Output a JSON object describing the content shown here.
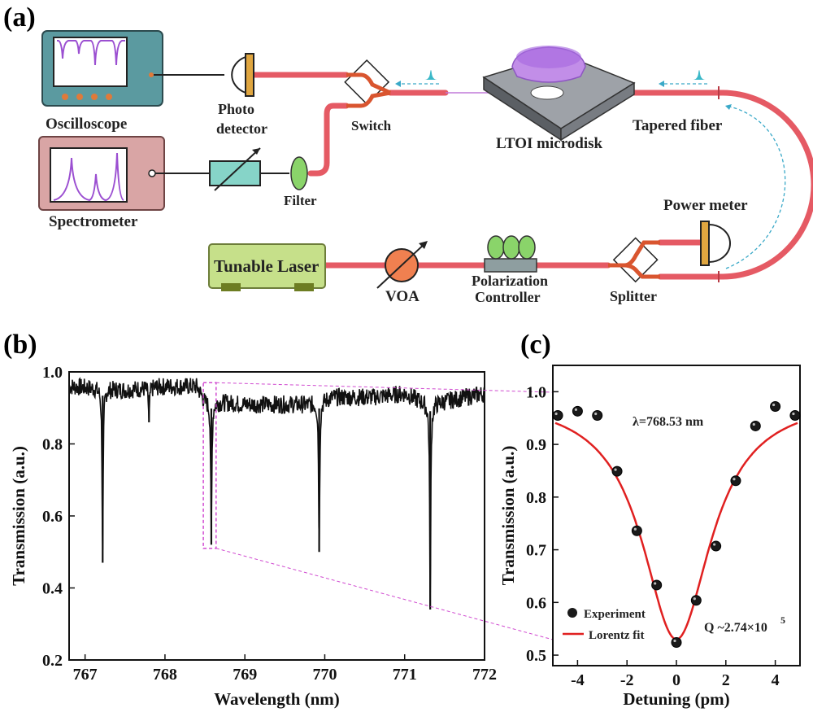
{
  "panels": {
    "a": "(a)",
    "b": "(b)",
    "c": "(c)"
  },
  "setup": {
    "oscilloscope": "Oscilloscope",
    "photo_detector": [
      "Photo",
      "detector"
    ],
    "switch": "Switch",
    "microdisk": "LTOI  microdisk",
    "tapered_fiber": "Tapered fiber",
    "spectrometer": "Spectrometer",
    "filter": "Filter",
    "power_meter": "Power meter",
    "tunable_laser": "Tunable Laser",
    "voa": "VOA",
    "polarization_controller": [
      "Polarization",
      "Controller"
    ],
    "splitter": "Splitter"
  },
  "colors": {
    "fiber": "#e55a64",
    "coupler": "#d9552f",
    "oscilloscope_body": "#5b9aa0",
    "spectrometer_body": "#d9a5a5",
    "laser_body": "#c6e08a",
    "voa": "#f08050",
    "purple": "#9b4fd1",
    "fit": "#e02020",
    "pulse": "#3ab8c8"
  },
  "chart_data": [
    {
      "type": "line",
      "panel": "b",
      "xlabel": "Wavelength (nm)",
      "ylabel": "Transmission (a.u.)",
      "xlim": [
        766.8,
        772.0
      ],
      "ylim": [
        0.2,
        1.0
      ],
      "xticks": [
        "767",
        "768",
        "769",
        "770",
        "771",
        "772"
      ],
      "yticks": [
        "0.2",
        "0.4",
        "0.6",
        "0.8",
        "1.0"
      ],
      "baseline": [
        [
          766.8,
          0.96
        ],
        [
          767.5,
          0.95
        ],
        [
          768.0,
          0.96
        ],
        [
          768.4,
          0.96
        ],
        [
          768.5,
          0.92
        ],
        [
          769.0,
          0.91
        ],
        [
          769.8,
          0.91
        ],
        [
          770.1,
          0.93
        ],
        [
          770.6,
          0.93
        ],
        [
          771.0,
          0.94
        ],
        [
          771.3,
          0.91
        ],
        [
          772.0,
          0.94
        ]
      ],
      "dips": [
        {
          "x": 767.22,
          "y": 0.47
        },
        {
          "x": 767.8,
          "y": 0.86
        },
        {
          "x": 768.58,
          "y": 0.52
        },
        {
          "x": 769.93,
          "y": 0.5
        },
        {
          "x": 771.32,
          "y": 0.34
        }
      ],
      "zoom_box": {
        "x": [
          768.48,
          768.64
        ],
        "y": [
          0.51,
          0.97
        ]
      }
    },
    {
      "type": "scatter",
      "panel": "c",
      "xlabel": "Detuning  (pm)",
      "ylabel": "Transmission (a.u.)",
      "xlim": [
        -5,
        5
      ],
      "ylim": [
        0.48,
        1.05
      ],
      "xticks": [
        "-4",
        "-2",
        "0",
        "2",
        "4"
      ],
      "yticks": [
        "0.5",
        "0.6",
        "0.7",
        "0.8",
        "0.9",
        "1.0"
      ],
      "annotation": "λ=768.53 nm",
      "q_label": "Q ~2.74×10",
      "q_exp": "5",
      "series": [
        {
          "name": "Experiment",
          "x": [
            -4.8,
            -4.0,
            -3.2,
            -2.4,
            -1.6,
            -0.8,
            0.0,
            0.8,
            1.6,
            2.4,
            3.2,
            4.0,
            4.8
          ],
          "y": [
            0.955,
            0.963,
            0.955,
            0.849,
            0.736,
            0.633,
            0.524,
            0.604,
            0.707,
            0.831,
            0.935,
            0.972,
            0.955
          ]
        },
        {
          "name": "Lorentz fit",
          "model": {
            "base": 0.99,
            "depth": 0.46,
            "center": 0.0,
            "width": 1.7
          }
        }
      ]
    }
  ]
}
